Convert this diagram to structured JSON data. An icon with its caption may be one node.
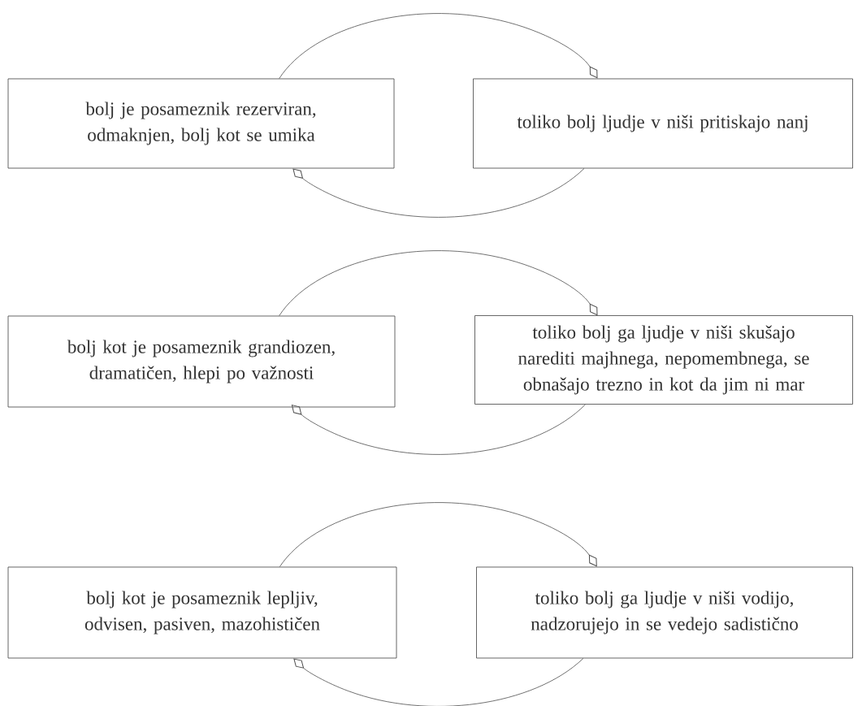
{
  "diagram": {
    "nodes": [
      {
        "text": [
          "bolj je posameznik rezerviran, odmaknjen, bolj kot se umika"
        ]
      },
      {
        "text": [
          "toliko bolj ljudje v niši pritiskajo nanj"
        ]
      },
      {
        "text": [
          "bolj kot je posameznik grandiozen, dramatičen, hlepi po važnosti"
        ]
      },
      {
        "text": [
          "toliko bolj ga ljudje v niši skušajo narediti majhnega, nepomembnega, se obnašajo trezno in kot da jim ni mar"
        ]
      },
      {
        "text": [
          "bolj kot je posameznik lepljiv, odvisen, pasiven, mazohističen"
        ]
      },
      {
        "text": [
          "toliko bolj ga ljudje v niši vodijo, nadzorujejo in se vedejo sadistično"
        ]
      }
    ],
    "edges": [
      {
        "from": 0,
        "to": 1,
        "arrow": "other"
      },
      {
        "from": 1,
        "to": 0,
        "arrow": "other"
      },
      {
        "from": 2,
        "to": 3,
        "arrow": "other"
      },
      {
        "from": 3,
        "to": 2,
        "arrow": "other"
      },
      {
        "from": 4,
        "to": 5,
        "arrow": "other"
      },
      {
        "from": 5,
        "to": 4,
        "arrow": "other"
      }
    ]
  }
}
